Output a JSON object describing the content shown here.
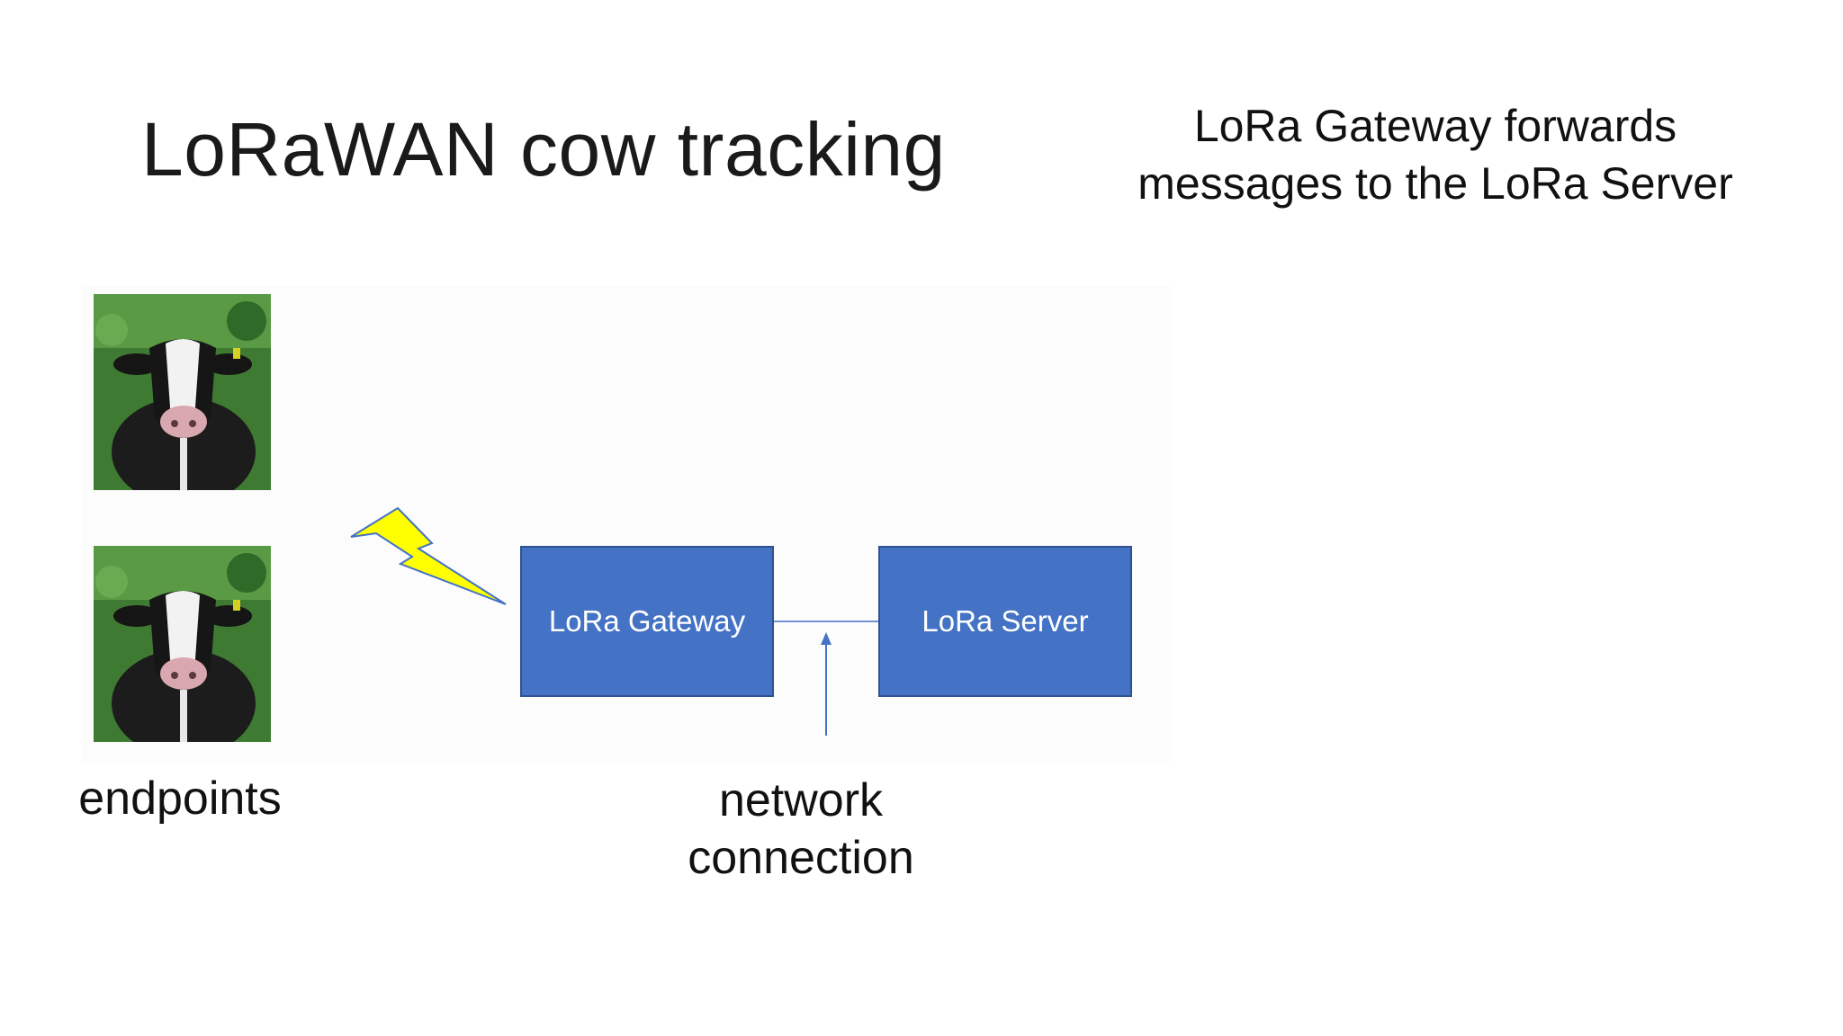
{
  "slide": {
    "title": "LoRaWAN cow tracking",
    "subtitle_lines": [
      "LoRa Gateway forwards",
      "messages to the LoRa Server"
    ]
  },
  "diagram": {
    "gateway_label": "LoRa Gateway",
    "server_label": "LoRa Server",
    "endpoints_label": "endpoints",
    "network_label_lines": [
      "network",
      "connection"
    ],
    "colors": {
      "box_fill": "#4472c4",
      "box_border": "#2f528f",
      "lightning_fill": "#ffff00",
      "lightning_stroke": "#4472c4",
      "line": "#4472c4"
    },
    "icons": [
      "cow-photo",
      "cow-photo",
      "lightning-bolt-icon",
      "arrow-up-icon"
    ]
  }
}
